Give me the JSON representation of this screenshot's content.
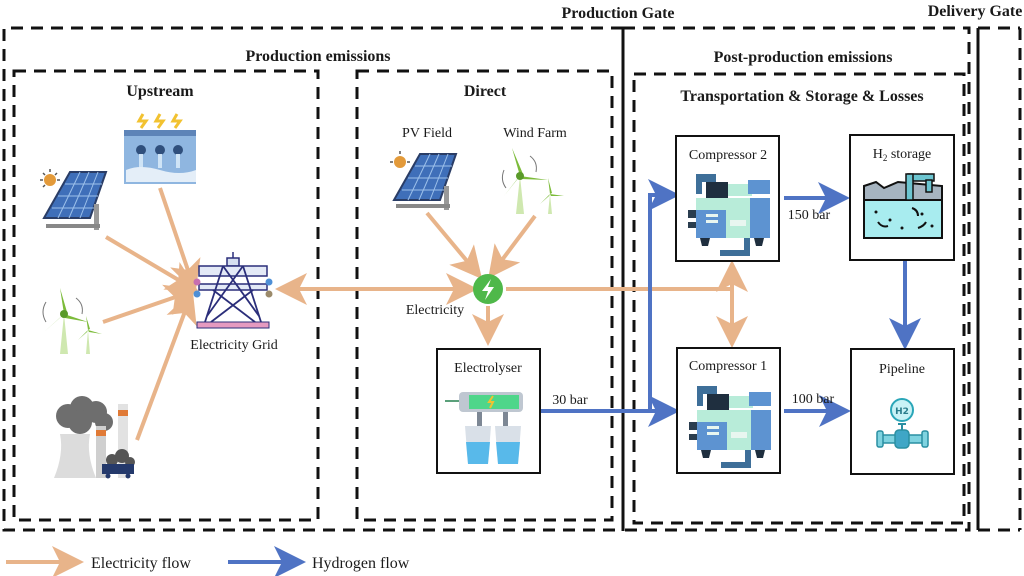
{
  "gates": {
    "production_gate": "Production Gate",
    "delivery_gate": "Delivery Gate"
  },
  "sections": {
    "production_emissions": "Production emissions",
    "upstream": "Upstream",
    "direct": "Direct",
    "post_production_emissions": "Post-production emissions",
    "transport_storage_losses": "Transportation & Storage & Losses"
  },
  "nodes": {
    "electricity_grid": "Electricity Grid",
    "pv_field": "PV Field",
    "wind_farm": "Wind Farm",
    "electricity": "Electricity",
    "electrolyser": "Electrolyser",
    "compressor_2": "Compressor 2",
    "compressor_1": "Compressor 1",
    "h2_storage_prefix": "H",
    "h2_storage_sub": "2",
    "h2_storage_suffix": " storage",
    "pipeline": "Pipeline",
    "pipeline_badge": "H2"
  },
  "pressures": {
    "electrolyser_out": "30 bar",
    "compressor_2_out": "150 bar",
    "compressor_1_out": "100 bar"
  },
  "legend": {
    "electricity_flow": "Electricity flow",
    "hydrogen_flow": "Hydrogen flow"
  },
  "colors": {
    "electricity": "#e8b48a",
    "hydrogen": "#4f73c4",
    "border": "#111111"
  }
}
